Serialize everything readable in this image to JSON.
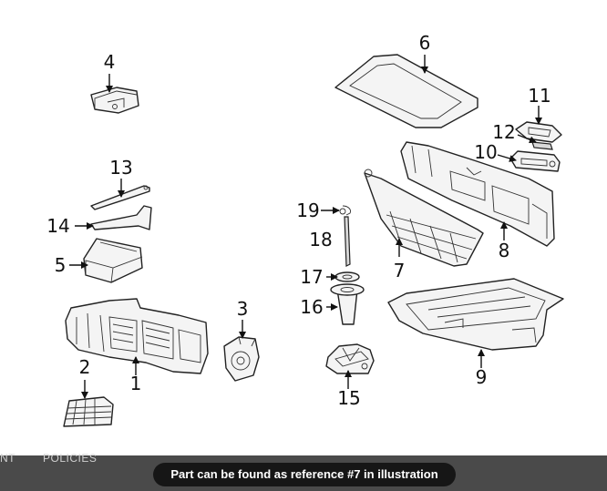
{
  "callouts": [
    {
      "id": "callout-1",
      "label": "1"
    },
    {
      "id": "callout-2",
      "label": "2"
    },
    {
      "id": "callout-3",
      "label": "3"
    },
    {
      "id": "callout-4",
      "label": "4"
    },
    {
      "id": "callout-5",
      "label": "5"
    },
    {
      "id": "callout-6",
      "label": "6"
    },
    {
      "id": "callout-7",
      "label": "7"
    },
    {
      "id": "callout-8",
      "label": "8"
    },
    {
      "id": "callout-9",
      "label": "9"
    },
    {
      "id": "callout-10",
      "label": "10"
    },
    {
      "id": "callout-11",
      "label": "11"
    },
    {
      "id": "callout-12",
      "label": "12"
    },
    {
      "id": "callout-13",
      "label": "13"
    },
    {
      "id": "callout-14",
      "label": "14"
    },
    {
      "id": "callout-15",
      "label": "15"
    },
    {
      "id": "callout-16",
      "label": "16"
    },
    {
      "id": "callout-17",
      "label": "17"
    },
    {
      "id": "callout-18",
      "label": "18"
    },
    {
      "id": "callout-19",
      "label": "19"
    }
  ],
  "footer_nav": {
    "item_1": "NT",
    "item_2": "POLICIES"
  },
  "banner": {
    "text": "Part can be found as reference #7 in illustration"
  }
}
